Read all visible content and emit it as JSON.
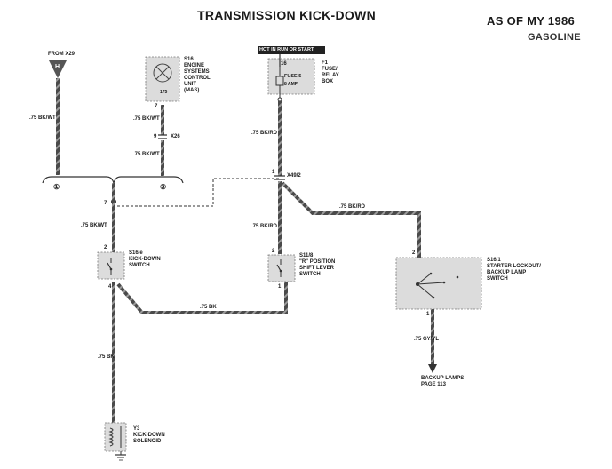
{
  "header": {
    "title": "TRANSMISSION KICK-DOWN",
    "model_year": "AS OF MY 1986",
    "fuel": "GASOLINE"
  },
  "components": {
    "from_x29": "FROM X29",
    "s16": "S16\nENGINE\nSYSTEMS\nCONTROL\nUNIT\n(MAS)",
    "s16_inner": "175",
    "hot_in_run": "HOT IN RUN OR START",
    "f1": "F1\nFUSE/\nRELAY\nBOX",
    "fuse": "FUSE 5",
    "fuse_amp": "8 AMP",
    "x26": "X26",
    "x49_2": "X49/2",
    "s16e": "S16/e\nKICK-DOWN\nSWITCH",
    "s11_8": "S11/8\n\"R\" POSITION\nSHIFT LEVER\nSWITCH",
    "s16_1": "S16/1\nSTARTER LOCKOUT/\nBACKUP LAMP\nSWITCH",
    "y3": "Y3\nKICK-DOWN\nSOLENOID",
    "backup": "BACKUP LAMPS\nPAGE 113"
  },
  "wires": {
    "w1": ".75 BK/WT",
    "w2": ".75 BK/WT",
    "w3": ".75 BK/WT",
    "w4": ".75 BK/RD",
    "w5": ".75 BK/RD",
    "w6": ".75 BK/RD",
    "w7": ".75 BK/WT",
    "w8": ".75 BK",
    "w9": ".75 BK",
    "w10": ".75 GY/YL"
  },
  "pins": {
    "s16_7": "7",
    "x26_9": "9",
    "f1_16": "16",
    "x49_1": "1",
    "sp_7": "7",
    "s16e_2": "2",
    "s16e_4": "4",
    "s11_2": "2",
    "s11_1": "1",
    "s161_2": "2",
    "s161_1": "1",
    "circ1": "①",
    "circ2": "②"
  },
  "colors": {
    "wire": "#3a3a3a",
    "wire_stripe": "#9a9a9a",
    "component_fill": "#d9d9d9"
  }
}
